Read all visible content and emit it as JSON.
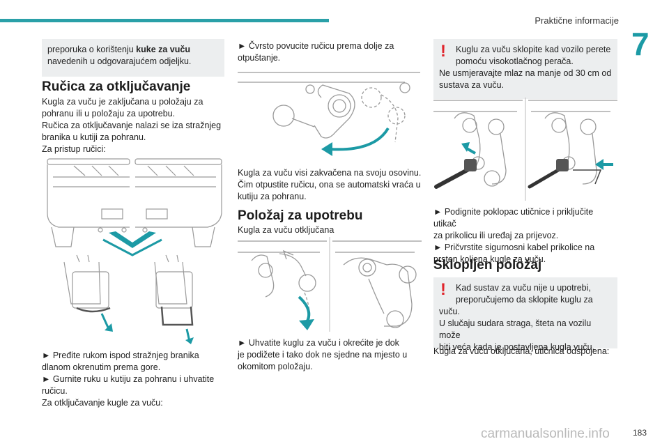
{
  "header": {
    "chapter_title": "Praktične informacije",
    "chapter_number": "7"
  },
  "col1": {
    "note_text_start": "preporuka o korištenju ",
    "note_bold": "kuke za vuču",
    "note_text_end": "navedenih u odgovarajućem odjeljku.",
    "heading": "Ručica za otključavanje",
    "para1_line1": "Kugla za vuču je zaključana u položaju za",
    "para1_line2": "pohranu ili u položaju za upotrebu.",
    "para1_line3": "Ručica za otključavanje nalazi se iza stražnjeg",
    "para1_line4": "branika u kutiji za pohranu.",
    "para1_line5": "Za pristup ručici:",
    "step1_line1": "► Pređite rukom ispod stražnjeg branika",
    "step1_line2": "dlanom okrenutim prema gore.",
    "step2_line1": "► Gurnite ruku u kutiju za pohranu i uhvatite",
    "step2_line2": "ručicu.",
    "step3": "Za otključavanje kugle za vuču:"
  },
  "col2": {
    "step1_line1": "► Čvrsto povucite ručicu prema dolje za",
    "step1_line2": "otpuštanje.",
    "para_line1": "Kugla za vuču visi zakvačena na svoju osovinu.",
    "para_line2": "Čim otpustite ručicu, ona se automatski vraća u",
    "para_line3": "kutiju za pohranu.",
    "heading": "Položaj za upotrebu",
    "sub": "Kugla za vuču otključana",
    "step2_line1": "► Uhvatite kuglu za vuču i okrećite je dok",
    "step2_line2": "je podižete i tako dok ne sjedne na mjesto u",
    "step2_line3": "okomitom položaju."
  },
  "col3": {
    "warn1_line1": "Kuglu za vuču sklopite kad vozilo perete",
    "warn1_line2": "pomoću visokotlačnog perača.",
    "warn1_line3": "Ne usmjeravajte mlaz na manje od 30 cm od",
    "warn1_line4": "sustava za vuču.",
    "step1_line1": "► Podignite poklopac utičnice i priključite utikač",
    "step1_line2": "za prikolicu ili uređaj za prijevoz.",
    "step2_line1": "► Pričvrstite sigurnosni kabel prikolice na",
    "step2_line2": "prsten koljena kugle za vuču.",
    "heading": "Sklopljen položaj",
    "warn2_line1": "Kad sustav za vuču nije u upotrebi,",
    "warn2_line2": "preporučujemo da sklopite kuglu za",
    "warn2_line3": "vuču.",
    "warn2_line4": "U slučaju sudara straga, šteta na vozilu može",
    "warn2_line5": "biti veća kada je postavljena kugla vuču.",
    "para_end": "Kugla za vuču otključana, utičnica odspojena:"
  },
  "footer": {
    "page_number": "183",
    "watermark": "carmanualsonline.info"
  },
  "colors": {
    "accent": "#2aa0a8",
    "warning": "#e0242b",
    "note_bg": "#eceeef",
    "arrow": "#1c9aa5"
  }
}
